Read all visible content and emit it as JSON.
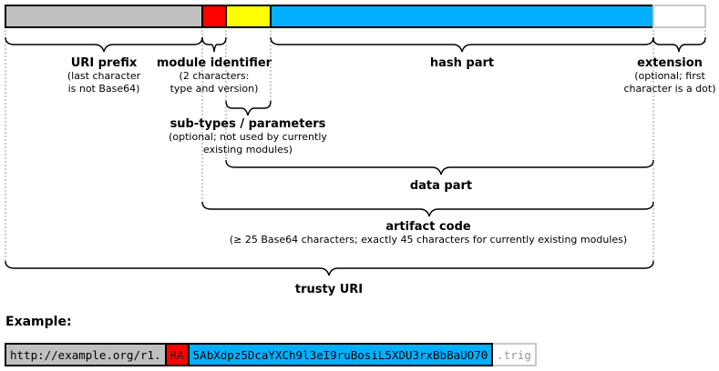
{
  "colors": {
    "prefix": "#c0c0c0",
    "module": "#ff0000",
    "subtypes": "#ffff00",
    "hash": "#00b0ff",
    "extension": "#ffffff",
    "outline": "#000000",
    "guide": "#999999"
  },
  "parts": {
    "uri_prefix": {
      "title": "URI prefix",
      "desc": "(last character\nis not Base64)"
    },
    "module_identifier": {
      "title": "module identifier",
      "desc": "(2 characters:\ntype and version)"
    },
    "hash_part": {
      "title": "hash part"
    },
    "extension": {
      "title": "extension",
      "desc": "(optional; first\ncharacter is a dot)"
    },
    "subtypes": {
      "title": "sub-types / parameters",
      "desc": "(optional; not used by currently\nexisting modules)"
    },
    "data_part": {
      "title": "data part"
    },
    "artifact_code": {
      "title": "artifact code",
      "desc": "(≥ 25 Base64 characters; exactly 45 characters for currently existing modules)"
    },
    "trusty_uri": {
      "title": "trusty URI"
    }
  },
  "example": {
    "heading": "Example:",
    "prefix": "http://example.org/r1.",
    "module": "RA",
    "hash": "5AbXdpz5DcaYXCh9l3eI9ruBosiL5XDU3rxBbBaUO70",
    "extension": ".trig"
  }
}
